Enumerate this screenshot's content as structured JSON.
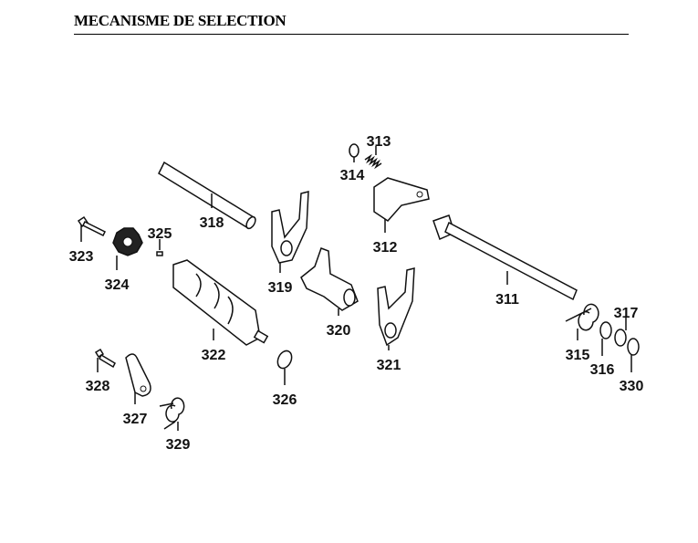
{
  "title": "MECANISME DE SELECTION",
  "parts": {
    "p311": "311",
    "p312": "312",
    "p313": "313",
    "p314": "314",
    "p315": "315",
    "p316": "316",
    "p317": "317",
    "p318": "318",
    "p319": "319",
    "p320": "320",
    "p321": "321",
    "p322": "322",
    "p323": "323",
    "p324": "324",
    "p325": "325",
    "p326": "326",
    "p327": "327",
    "p328": "328",
    "p329": "329",
    "p330": "330"
  }
}
